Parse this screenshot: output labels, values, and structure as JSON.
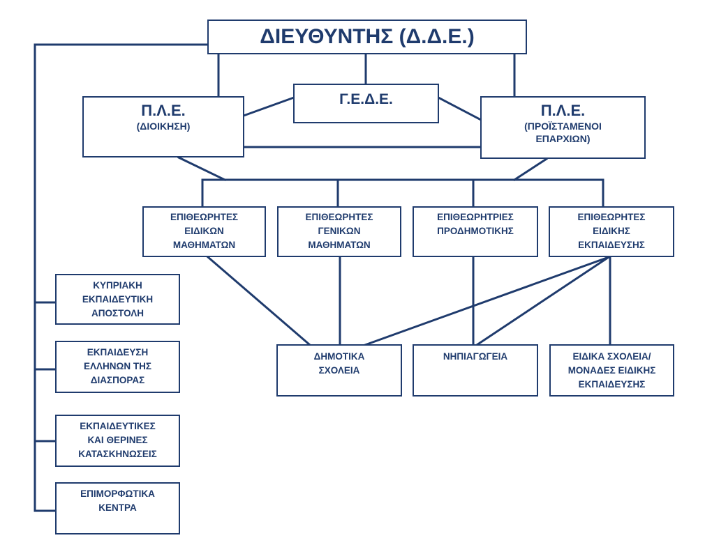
{
  "colors": {
    "line": "#1f3b6d",
    "text": "#1f3b6d",
    "background": "#ffffff"
  },
  "director": {
    "title": "ΔΙΕΥΘΥΝΤΗΣ (Δ.Δ.Ε.)"
  },
  "gede": {
    "title": "Γ.Ε.Δ.Ε."
  },
  "ple_admin": {
    "title": "Π.Λ.Ε.",
    "subtitle": "(ΔΙΟΙΚΗΣΗ)"
  },
  "ple_heads": {
    "title": "Π.Λ.Ε.",
    "subtitle_1": "(ΠΡΟΪΣΤΑΜΕΝΟΙ",
    "subtitle_2": "ΕΠΑΡΧΙΩΝ)"
  },
  "inspectors": [
    {
      "line1": "ΕΠΙΘΕΩΡΗΤΕΣ",
      "line2": "ΕΙΔΙΚΩΝ",
      "line3": "ΜΑΘΗΜΑΤΩΝ"
    },
    {
      "line1": "ΕΠΙΘΕΩΡΗΤΕΣ",
      "line2": "ΓΕΝΙΚΩΝ",
      "line3": "ΜΑΘΗΜΑΤΩΝ"
    },
    {
      "line1": "ΕΠΙΘΕΩΡΗΤΡΙΕΣ",
      "line2": "ΠΡΟΔΗΜΟΤΙΚΗΣ",
      "line3": ""
    },
    {
      "line1": "ΕΠΙΘΕΩΡΗΤΕΣ",
      "line2": "ΕΙΔΙΚΗΣ",
      "line3": "ΕΚΠΑΙΔΕΥΣΗΣ"
    }
  ],
  "schools": [
    {
      "line1": "ΔΗΜΟΤΙΚΑ",
      "line2": "ΣΧΟΛΕΙΑ",
      "line3": ""
    },
    {
      "line1": "ΝΗΠΙΑΓΩΓΕΙΑ",
      "line2": "",
      "line3": ""
    },
    {
      "line1": "ΕΙΔΙΚΑ ΣΧΟΛΕΙΑ/",
      "line2": "ΜΟΝΑΔΕΣ ΕΙΔΙΚΗΣ",
      "line3": "ΕΚΠΑΙΔΕΥΣΗΣ"
    }
  ],
  "side_units": [
    {
      "line1": "ΚΥΠΡΙΑΚΗ",
      "line2": "ΕΚΠΑΙΔΕΥΤΙΚΗ",
      "line3": "ΑΠΟΣΤΟΛΗ"
    },
    {
      "line1": "ΕΚΠΑΙΔΕΥΣΗ",
      "line2": "ΕΛΛΗΝΩΝ ΤΗΣ",
      "line3": "ΔΙΑΣΠΟΡΑΣ"
    },
    {
      "line1": "ΕΚΠΑΙΔΕΥΤΙΚΕΣ",
      "line2": "ΚΑΙ ΘΕΡΙΝΕΣ",
      "line3": "ΚΑΤΑΣΚΗΝΩΣΕΙΣ"
    },
    {
      "line1": "ΕΠΙΜΟΡΦΩΤΙΚΑ",
      "line2": "ΚΕΝΤΡΑ",
      "line3": ""
    }
  ]
}
